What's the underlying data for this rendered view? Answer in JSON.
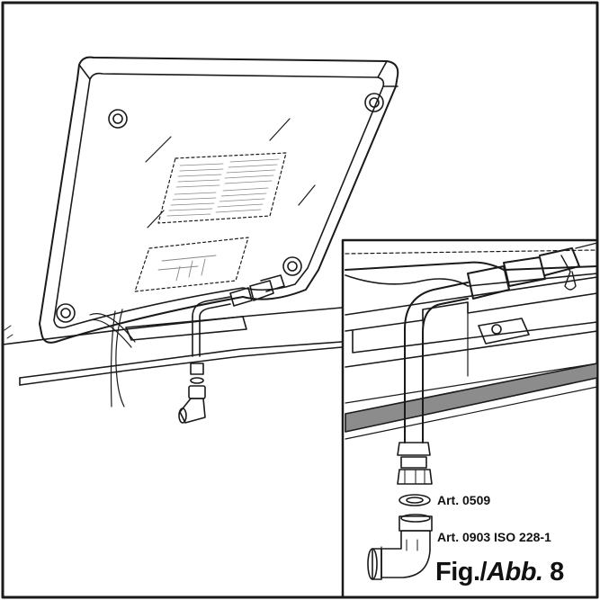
{
  "labels": {
    "washer_part": "Art. 0509",
    "elbow_part": "Art. 0903 ISO 228-1"
  },
  "caption": {
    "prefix": "Fig./",
    "italic": "Abb.",
    "number": "8"
  },
  "colors": {
    "line": "#1a1a1a",
    "worktop_band": "#8c8c8c",
    "background": "#ffffff"
  }
}
